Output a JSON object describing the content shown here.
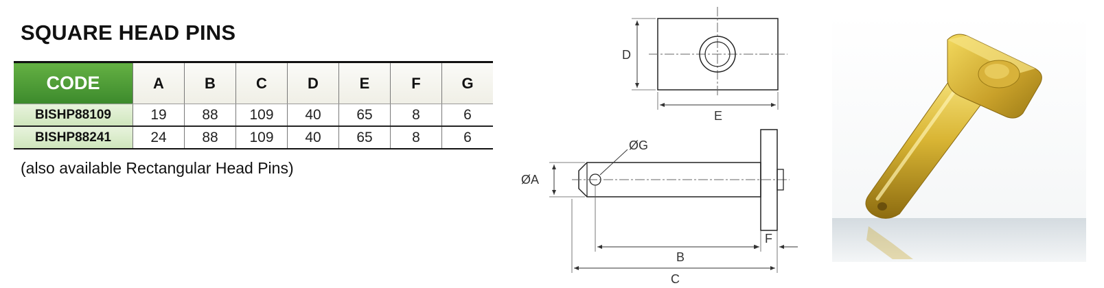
{
  "title": "SQUARE HEAD PINS",
  "table": {
    "headers": [
      "CODE",
      "A",
      "B",
      "C",
      "D",
      "E",
      "F",
      "G"
    ],
    "rows": [
      [
        "BISHP88109",
        "19",
        "88",
        "109",
        "40",
        "65",
        "8",
        "6"
      ],
      [
        "BISHP88241",
        "24",
        "88",
        "109",
        "40",
        "65",
        "8",
        "6"
      ]
    ]
  },
  "note": "(also available Rectangular Head Pins)",
  "drawing": {
    "label_D": "D",
    "label_E": "E",
    "label_G": "ØG",
    "label_A": "ØA",
    "label_B": "B",
    "label_C": "C",
    "label_F": "F"
  },
  "colors": {
    "code_header_green": "#4f9e37",
    "code_cell_green": "#d7ebc6",
    "pin_gold": "#c9a62a"
  }
}
